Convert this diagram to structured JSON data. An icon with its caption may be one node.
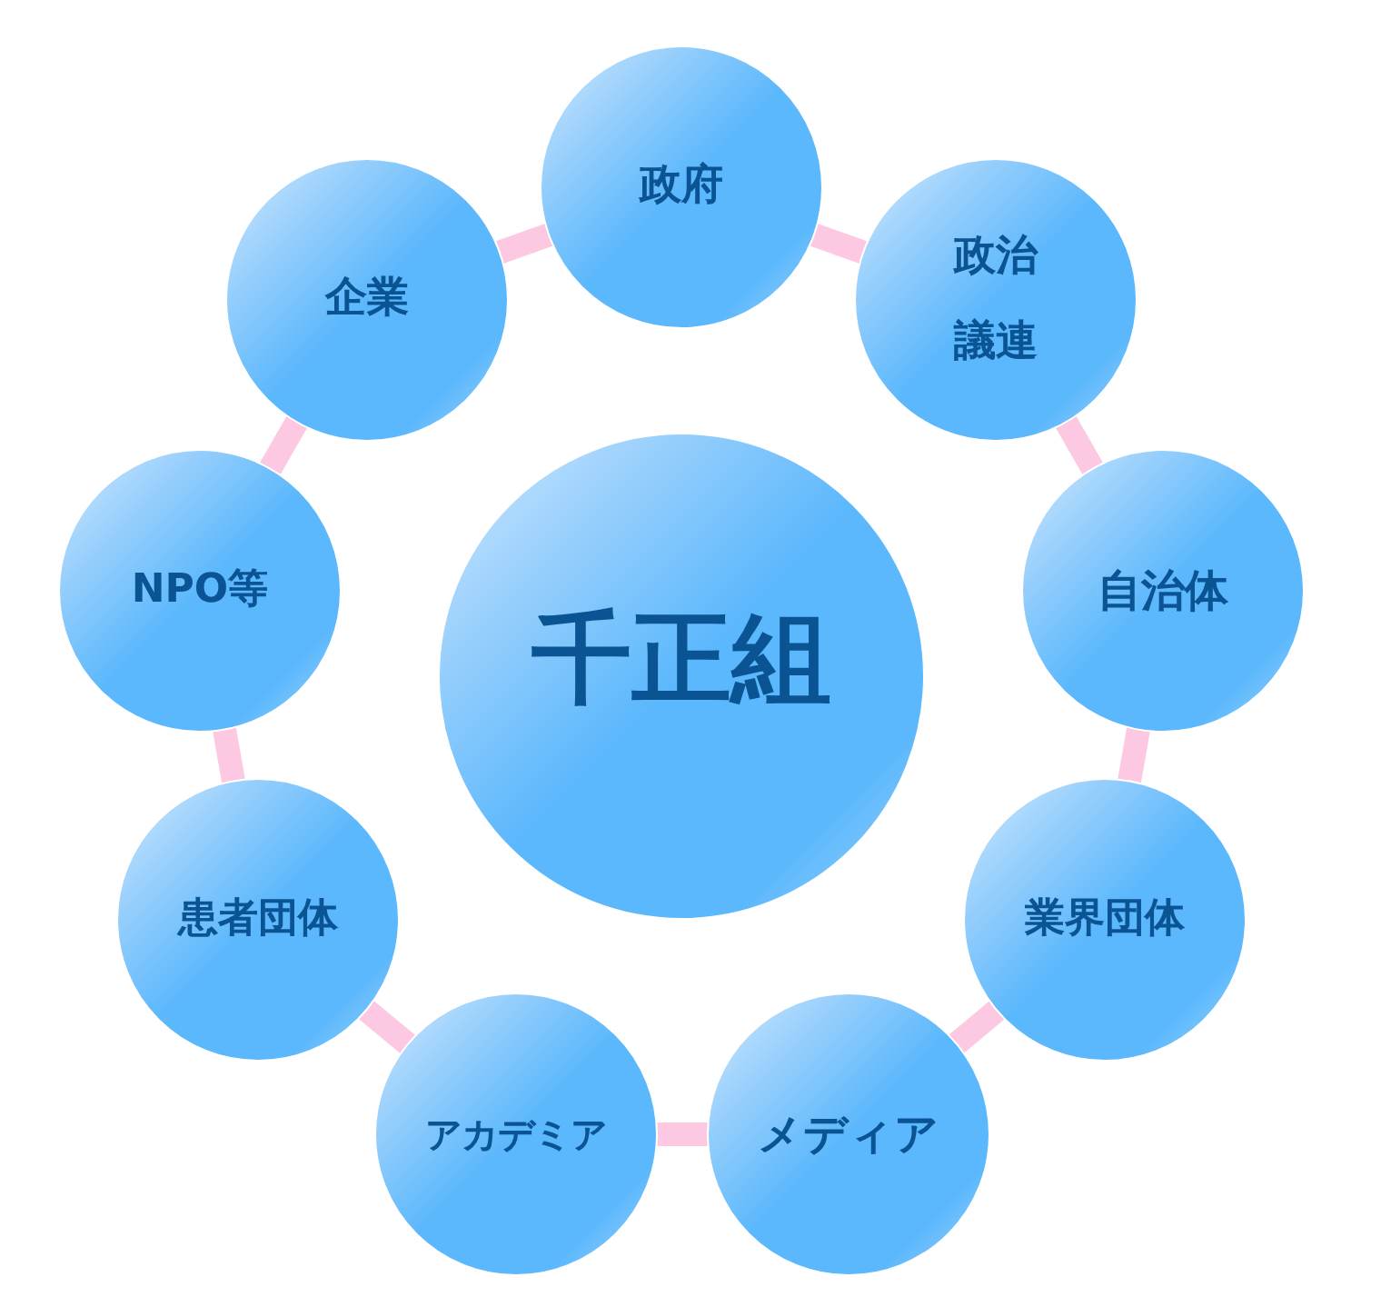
{
  "diagram": {
    "nodes": [
      {
        "text": [
          "政府"
        ]
      },
      {
        "text": [
          "企業"
        ]
      },
      {
        "text": [
          "政治議連"
        ]
      },
      {
        "text": [
          "千正組"
        ]
      },
      {
        "text": [
          "NPO等"
        ]
      },
      {
        "text": [
          "自治体"
        ]
      },
      {
        "text": [
          "患者団体"
        ]
      },
      {
        "text": [
          "業界団体"
        ]
      },
      {
        "text": [
          "アカデミア"
        ]
      },
      {
        "text": [
          "メディア"
        ]
      }
    ],
    "edges": [
      {
        "from": 0,
        "to": 2,
        "arrow": "none"
      },
      {
        "from": 2,
        "to": 5,
        "arrow": "none"
      },
      {
        "from": 5,
        "to": 7,
        "arrow": "none"
      },
      {
        "from": 7,
        "to": 9,
        "arrow": "none"
      },
      {
        "from": 9,
        "to": 8,
        "arrow": "none"
      },
      {
        "from": 8,
        "to": 6,
        "arrow": "none"
      },
      {
        "from": 6,
        "to": 4,
        "arrow": "none"
      },
      {
        "from": 4,
        "to": 1,
        "arrow": "none"
      },
      {
        "from": 1,
        "to": 0,
        "arrow": "none"
      }
    ]
  }
}
